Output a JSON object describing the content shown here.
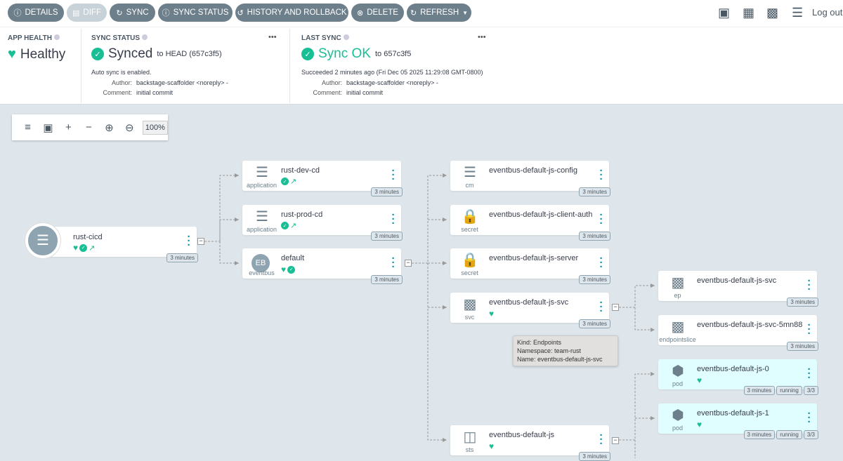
{
  "toolbar": {
    "buttons": [
      {
        "label": "DETAILS",
        "icon": "info-icon",
        "enabled": true
      },
      {
        "label": "DIFF",
        "icon": "file-icon",
        "enabled": false
      },
      {
        "label": "SYNC",
        "icon": "sync-icon",
        "enabled": true
      },
      {
        "label": "SYNC STATUS",
        "icon": "info-icon",
        "enabled": true
      },
      {
        "label": "HISTORY AND ROLLBACK",
        "icon": "history-icon",
        "enabled": true
      },
      {
        "label": "DELETE",
        "icon": "times-circle-icon",
        "enabled": true
      },
      {
        "label": "REFRESH",
        "icon": "refresh-icon",
        "enabled": true
      }
    ],
    "view_icons": [
      "tree-view-icon",
      "pods-view-icon",
      "network-view-icon",
      "list-view-icon"
    ],
    "logout": "Log out"
  },
  "app_health": {
    "header": "APP HEALTH",
    "value": "Healthy",
    "color": "#18be94"
  },
  "sync_status": {
    "header": "SYNC STATUS",
    "value": "Synced",
    "target": "to HEAD (657c3f5)",
    "auto": "Auto sync is enabled.",
    "author_label": "Author:",
    "author": "backstage-scaffolder <noreply> -",
    "comment_label": "Comment:",
    "comment": "initial commit"
  },
  "last_sync": {
    "header": "LAST SYNC",
    "value": "Sync OK",
    "target": "to 657c3f5",
    "time": "Succeeded 2 minutes ago (Fri Dec 05 2025 11:29:08 GMT-0800)",
    "author_label": "Author:",
    "author": "backstage-scaffolder <noreply> -",
    "comment_label": "Comment:",
    "comment": "initial commit"
  },
  "graph_toolbar": {
    "zoom": "100%"
  },
  "nodes": [
    {
      "name": "rust-cicd",
      "kind": "",
      "status": [
        "heart",
        "ok",
        "link"
      ],
      "badges": [
        "3 minutes"
      ]
    },
    {
      "name": "rust-dev-cd",
      "kind": "application",
      "status": [
        "ok",
        "link"
      ],
      "badges": [
        "3 minutes"
      ]
    },
    {
      "name": "rust-prod-cd",
      "kind": "application",
      "status": [
        "ok",
        "link"
      ],
      "badges": [
        "3 minutes"
      ]
    },
    {
      "name": "default",
      "kind": "eventbus",
      "status": [
        "heart",
        "ok"
      ],
      "badges": [
        "3 minutes"
      ],
      "icon_text": "EB"
    },
    {
      "name": "eventbus-default-js-config",
      "kind": "cm",
      "status": [],
      "badges": [
        "3 minutes"
      ]
    },
    {
      "name": "eventbus-default-js-client-auth",
      "kind": "secret",
      "status": [],
      "badges": [
        "3 minutes"
      ]
    },
    {
      "name": "eventbus-default-js-server",
      "kind": "secret",
      "status": [],
      "badges": [
        "3 minutes"
      ]
    },
    {
      "name": "eventbus-default-js-svc",
      "kind": "svc",
      "status": [
        "heart"
      ],
      "badges": [
        "3 minutes"
      ]
    },
    {
      "name": "eventbus-default-js",
      "kind": "sts",
      "status": [
        "heart"
      ],
      "badges": [
        "3 minutes"
      ]
    },
    {
      "name": "eventbus-default-js-svc",
      "kind": "ep",
      "status": [],
      "badges": [
        "3 minutes"
      ]
    },
    {
      "name": "eventbus-default-js-svc-5mn88",
      "kind": "endpointslice",
      "status": [],
      "badges": [
        "3 minutes"
      ]
    },
    {
      "name": "eventbus-default-js-0",
      "kind": "pod",
      "status": [
        "heart"
      ],
      "badges": [
        "3 minutes",
        "running",
        "3/3"
      ]
    },
    {
      "name": "eventbus-default-js-1",
      "kind": "pod",
      "status": [
        "heart"
      ],
      "badges": [
        "3 minutes",
        "running",
        "3/3"
      ]
    }
  ],
  "tooltip": {
    "kind": "Kind: Endpoints",
    "namespace": "Namespace: team-rust",
    "name": "Name: eventbus-default-js-svc"
  }
}
